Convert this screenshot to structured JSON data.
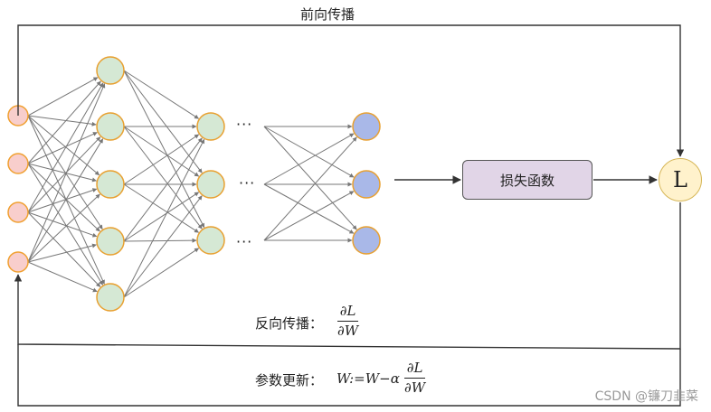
{
  "labels": {
    "forward": "前向传播",
    "loss_function": "损失函数",
    "loss_symbol": "L",
    "backward_prefix": "反向传播：",
    "backward_num": "∂L",
    "backward_den": "∂W",
    "update_prefix": "参数更新：",
    "update_expr": "W:=W−α",
    "update_num": "∂L",
    "update_den": "∂W",
    "ellipsis": "···",
    "watermark": "CSDN @镰刀韭菜"
  },
  "network": {
    "layer_sizes": [
      4,
      5,
      3,
      3
    ],
    "colors": {
      "input_fill": "#f8cecc",
      "input_stroke": "#f0a030",
      "hidden_fill": "#d5e8d4",
      "hidden_stroke": "#e8a030",
      "output_fill": "#a9b8e8",
      "output_stroke": "#e8a030",
      "edge": "#777777"
    }
  },
  "colors": {
    "loss_fill": "#e1d5e7",
    "loss_node_fill": "#fff2cc",
    "loss_node_stroke": "#d6b656",
    "line": "#333333"
  }
}
